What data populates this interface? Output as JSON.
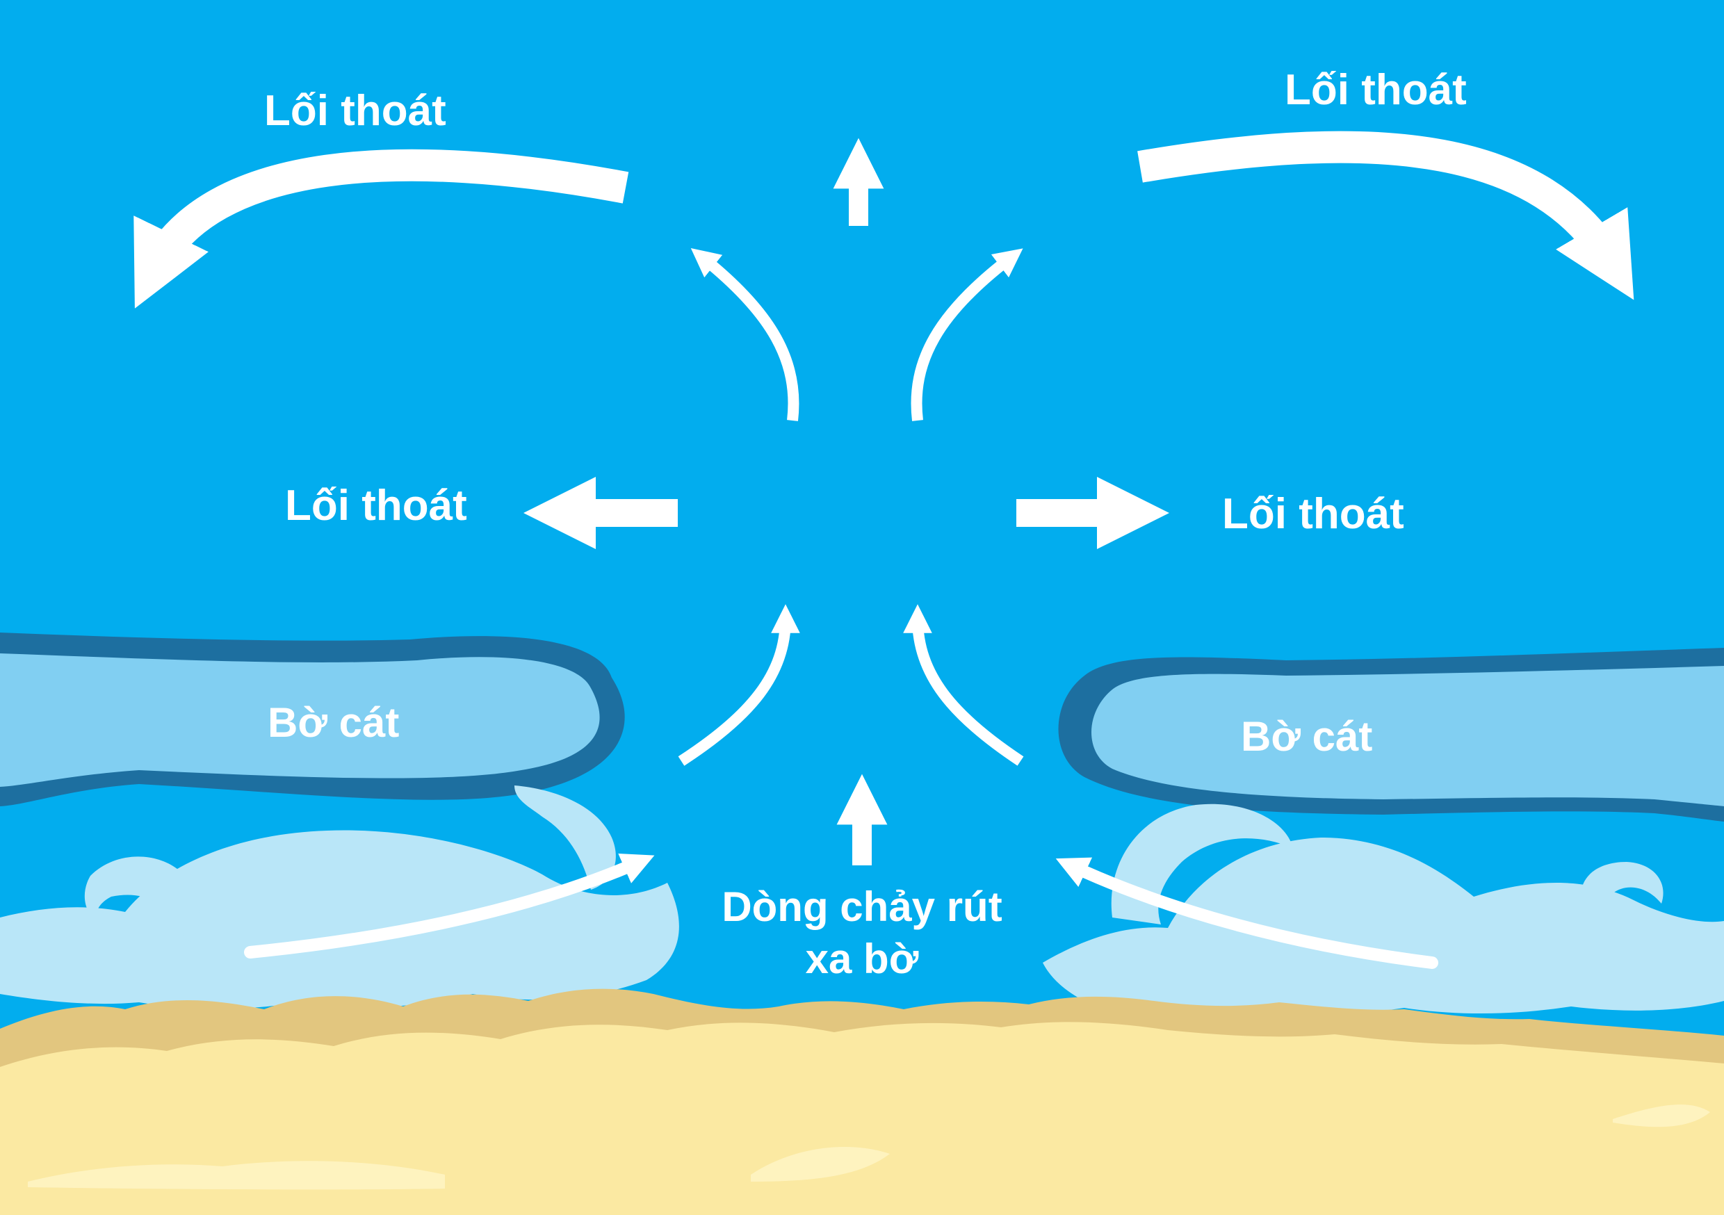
{
  "labels": {
    "exit_top_left": "Lối thoát",
    "exit_top_right": "Lối thoát",
    "exit_mid_left": "Lối thoát",
    "exit_mid_right": "Lối thoát",
    "sandbar_left": "Bờ cát",
    "sandbar_right": "Bờ cát",
    "rip_line1": "Dòng chảy rút",
    "rip_line2": "xa bờ"
  },
  "colors": {
    "sea": "#02adee",
    "sandbar_fill": "#81cff2",
    "sandbar_edge": "#1d6fa0",
    "wave_foam": "#b9e6f8",
    "sand_light": "#fbe9a2",
    "sand_dark": "#e2c67f",
    "arrow": "#ffffff"
  }
}
